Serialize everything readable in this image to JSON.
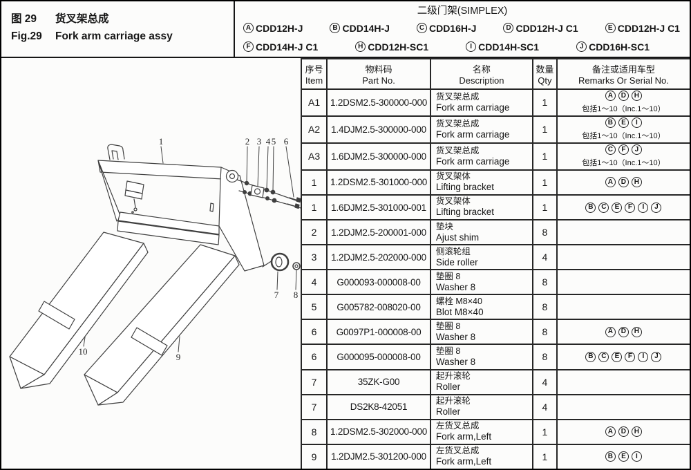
{
  "colors": {
    "paper": "#fcfcfb",
    "line": "#3f3f3f",
    "border": "#000000",
    "text": "#151515"
  },
  "figure": {
    "label_zh": "图 29",
    "title_zh": "货叉架总成",
    "label_en": "Fig.29",
    "title_en": "Fork arm carriage assy"
  },
  "mast": {
    "title": "二级门架(SIMPLEX)",
    "models_row1": [
      {
        "letter": "A",
        "name": "CDD12H-J"
      },
      {
        "letter": "B",
        "name": "CDD14H-J"
      },
      {
        "letter": "C",
        "name": "CDD16H-J"
      },
      {
        "letter": "D",
        "name": "CDD12H-J C1"
      },
      {
        "letter": "E",
        "name": "CDD12H-J C1"
      }
    ],
    "models_row2": [
      {
        "letter": "F",
        "name": "CDD14H-J C1"
      },
      {
        "letter": "H",
        "name": "CDD12H-SC1"
      },
      {
        "letter": "I",
        "name": "CDD14H-SC1"
      },
      {
        "letter": "J",
        "name": "CDD16H-SC1"
      }
    ]
  },
  "table": {
    "headers": {
      "item_zh": "序号",
      "item_en": "Item",
      "part_zh": "物料码",
      "part_en": "Part No.",
      "desc_zh": "名称",
      "desc_en": "Description",
      "qty_zh": "数量",
      "qty_en": "Qty",
      "remarks_zh": "备注或适用车型",
      "remarks_en": "Remarks Or Serial No."
    },
    "rows": [
      {
        "item": "A1",
        "part": "1.2DSM2.5-300000-000",
        "desc_zh": "货叉架总成",
        "desc_en": "Fork arm carriage",
        "qty": "1",
        "letters": [
          "A",
          "D",
          "H"
        ],
        "note": "包括1～10（Inc.1～10）"
      },
      {
        "item": "A2",
        "part": "1.4DJM2.5-300000-000",
        "desc_zh": "货叉架总成",
        "desc_en": "Fork arm carriage",
        "qty": "1",
        "letters": [
          "B",
          "E",
          "I"
        ],
        "note": "包括1～10（Inc.1～10）"
      },
      {
        "item": "A3",
        "part": "1.6DJM2.5-300000-000",
        "desc_zh": "货叉架总成",
        "desc_en": "Fork arm carriage",
        "qty": "1",
        "letters": [
          "C",
          "F",
          "J"
        ],
        "note": "包括1～10（Inc.1～10）"
      },
      {
        "item": "1",
        "part": "1.2DSM2.5-301000-000",
        "desc_zh": "货叉架体",
        "desc_en": "Lifting bracket",
        "qty": "1",
        "letters": [
          "A",
          "D",
          "H"
        ],
        "note": ""
      },
      {
        "item": "1",
        "part": "1.6DJM2.5-301000-001",
        "desc_zh": "货叉架体",
        "desc_en": "Lifting bracket",
        "qty": "1",
        "letters": [
          "B",
          "C",
          "E",
          "F",
          "I",
          "J"
        ],
        "note": ""
      },
      {
        "item": "2",
        "part": "1.2DJM2.5-200001-000",
        "desc_zh": "垫块",
        "desc_en": "Ajust shim",
        "qty": "8",
        "letters": [],
        "note": ""
      },
      {
        "item": "3",
        "part": "1.2DJM2.5-202000-000",
        "desc_zh": "侧滚轮组",
        "desc_en": "Side roller",
        "qty": "4",
        "letters": [],
        "note": ""
      },
      {
        "item": "4",
        "part": "G000093-000008-00",
        "desc_zh": "垫圈 8",
        "desc_en": "Washer 8",
        "qty": "8",
        "letters": [],
        "note": ""
      },
      {
        "item": "5",
        "part": "G005782-008020-00",
        "desc_zh": "螺栓 M8×40",
        "desc_en": "Blot M8×40",
        "qty": "8",
        "letters": [],
        "note": ""
      },
      {
        "item": "6",
        "part": "G0097P1-000008-00",
        "desc_zh": "垫圈 8",
        "desc_en": "Washer 8",
        "qty": "8",
        "letters": [
          "A",
          "D",
          "H"
        ],
        "note": ""
      },
      {
        "item": "6",
        "part": "G000095-000008-00",
        "desc_zh": "垫圈 8",
        "desc_en": "Washer 8",
        "qty": "8",
        "letters": [
          "B",
          "C",
          "E",
          "F",
          "I",
          "J"
        ],
        "note": ""
      },
      {
        "item": "7",
        "part": "35ZK-G00",
        "desc_zh": "起升滚轮",
        "desc_en": "Roller",
        "qty": "4",
        "letters": [],
        "note": ""
      },
      {
        "item": "7",
        "part": "DS2K8-42051",
        "desc_zh": "起升滚轮",
        "desc_en": "Roller",
        "qty": "4",
        "letters": [],
        "note": ""
      },
      {
        "item": "8",
        "part": "1.2DSM2.5-302000-000",
        "desc_zh": "左货叉总成",
        "desc_en": "Fork arm,Left",
        "qty": "1",
        "letters": [
          "A",
          "D",
          "H"
        ],
        "note": ""
      },
      {
        "item": "9",
        "part": "1.2DJM2.5-301200-000",
        "desc_zh": "左货叉总成",
        "desc_en": "Fork arm,Left",
        "qty": "1",
        "letters": [
          "B",
          "E",
          "I"
        ],
        "note": ""
      }
    ]
  },
  "drawing": {
    "callouts": [
      "1",
      "2",
      "3",
      "4",
      "5",
      "6",
      "7",
      "8",
      "9",
      "10"
    ]
  }
}
